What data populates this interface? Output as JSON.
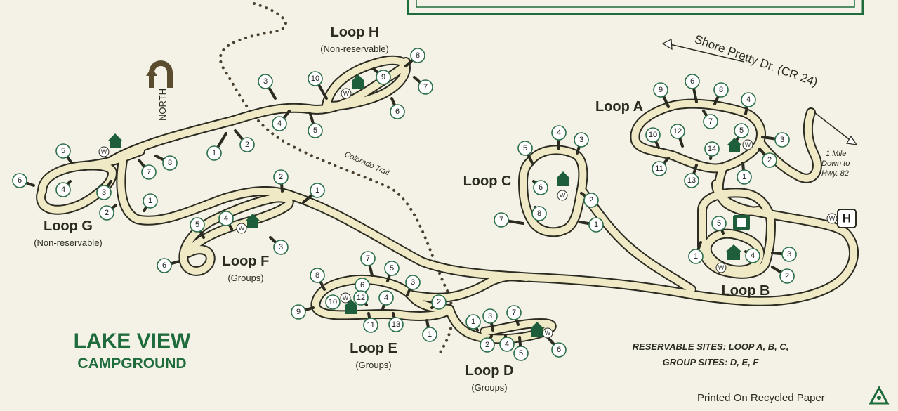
{
  "map": {
    "title_line1": "LAKE VIEW",
    "title_line2": "CAMPGROUND",
    "north_label": "NORTH",
    "road_label": "Shore Pretty Dr. (CR 24)",
    "distance_line1": "1 Mile",
    "distance_line2": "Down to",
    "distance_line3": "Hwy. 82",
    "trail_label": "Colorado Trail",
    "legend_line1": "RESERVABLE SITES: LOOP A, B, C,",
    "legend_line2": "GROUP SITES: D, E, F",
    "footer": "Printed On Recycled Paper",
    "water_symbol": "W",
    "host_symbol": "H",
    "colors": {
      "road_fill": "#efe9c5",
      "road_edge": "#2b2b22",
      "site_ring": "#2a6e4a",
      "title_green": "#1e6b3c",
      "toilet_green": "#1f5e3a"
    },
    "loops": [
      {
        "name": "Loop H",
        "sub": "(Non-reservable)"
      },
      {
        "name": "Loop A",
        "sub": ""
      },
      {
        "name": "Loop C",
        "sub": ""
      },
      {
        "name": "Loop G",
        "sub": "(Non-reservable)"
      },
      {
        "name": "Loop F",
        "sub": "(Groups)"
      },
      {
        "name": "Loop E",
        "sub": "(Groups)"
      },
      {
        "name": "Loop D",
        "sub": "(Groups)"
      },
      {
        "name": "Loop B",
        "sub": ""
      }
    ],
    "sites": {
      "H": [
        "1",
        "2",
        "3",
        "4",
        "5",
        "10",
        "9",
        "8",
        "7",
        "6"
      ],
      "G": [
        "6",
        "5",
        "4",
        "3",
        "2",
        "1",
        "7",
        "8"
      ],
      "F": [
        "2",
        "1",
        "4",
        "5",
        "6",
        "3"
      ],
      "E": [
        "8",
        "7",
        "5",
        "6",
        "3",
        "4",
        "10",
        "12",
        "2",
        "11",
        "13",
        "1",
        "9"
      ],
      "D": [
        "1",
        "3",
        "7",
        "2",
        "4",
        "5",
        "6"
      ],
      "C": [
        "4",
        "3",
        "5",
        "6",
        "2",
        "8",
        "1",
        "7"
      ],
      "A": [
        "9",
        "6",
        "8",
        "4",
        "7",
        "5",
        "3",
        "10",
        "12",
        "14",
        "2",
        "11",
        "13",
        "1"
      ],
      "B": [
        "5",
        "1",
        "4",
        "3",
        "2"
      ]
    }
  }
}
